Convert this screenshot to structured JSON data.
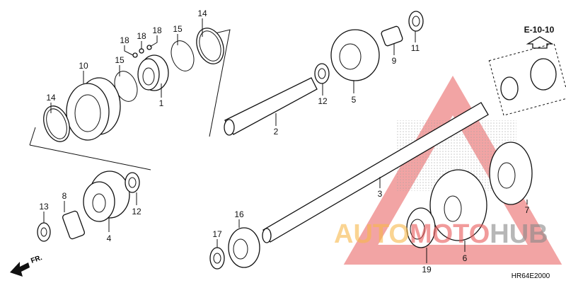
{
  "diagram": {
    "code": "HR64E2000",
    "ref": "E-10-10",
    "front_label": "FR.",
    "watermark": "AUTOMOTOHUB",
    "watermark_parts": [
      "AUTO",
      "MOTO",
      "HUB"
    ],
    "labels": {
      "p1": "1",
      "p2": "2",
      "p3": "3",
      "p4": "4",
      "p5": "5",
      "p6": "6",
      "p7": "7",
      "p8": "8",
      "p9": "9",
      "p10": "10",
      "p11": "11",
      "p12a": "12",
      "p12b": "12",
      "p13": "13",
      "p14a": "14",
      "p14b": "14",
      "p15a": "15",
      "p15b": "15",
      "p16": "16",
      "p17": "17",
      "p18a": "18",
      "p18b": "18",
      "p18c": "18",
      "p19": "19"
    }
  }
}
